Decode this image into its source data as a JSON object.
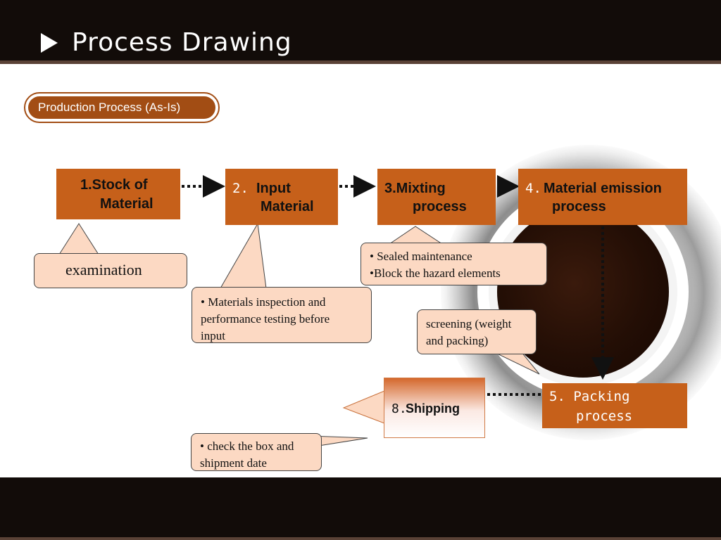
{
  "header": {
    "title": "Process Drawing"
  },
  "badge": {
    "label": "Production Process (As-Is)"
  },
  "steps": {
    "s1": {
      "line1": "1.Stock of",
      "line2": "Material"
    },
    "s2": {
      "num": "2.",
      "line1": "Input",
      "line2": "Material"
    },
    "s3": {
      "line1": "3.Mixting",
      "line2": "process"
    },
    "s4": {
      "num": "4.",
      "line1": "Material emission",
      "line2": "process"
    },
    "s5": {
      "line1": "5. Packing",
      "line2": "process"
    },
    "s8": {
      "num": "8.",
      "label": "Shipping"
    }
  },
  "notes": {
    "examination": "examination",
    "input": [
      "• Materials inspection and",
      "performance testing before",
      "input"
    ],
    "mixing": [
      "• Sealed  maintenance",
      "•Block the hazard elements"
    ],
    "screening": [
      "screening (weight",
      "and packing)"
    ],
    "shipping": [
      "• check the box and",
      "shipment date"
    ]
  },
  "colors": {
    "box": "#c6601a",
    "note": "#fcd9c3",
    "bar": "#120c09",
    "badge": "#a24d14"
  }
}
